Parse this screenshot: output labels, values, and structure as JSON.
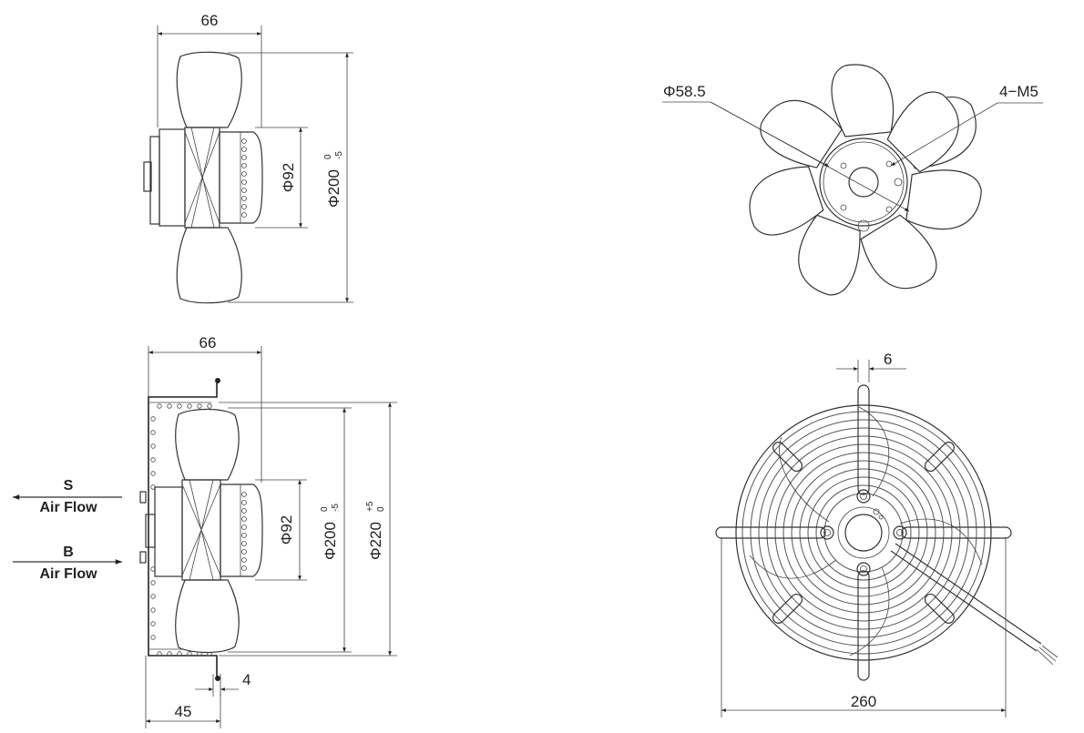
{
  "side_view_top": {
    "width_dim": "66",
    "hub_dim": "Φ92",
    "diameter_main": "Φ200",
    "diameter_tol_upper": "0",
    "diameter_tol_lower": "-5"
  },
  "side_view_bottom": {
    "width_dim": "66",
    "hub_dim": "Φ92",
    "diameter_main": "Φ200",
    "diameter_tol_upper": "0",
    "diameter_tol_lower": "-5",
    "outer_diameter_main": "Φ220",
    "outer_tol_upper": "+5",
    "outer_tol_lower": "0",
    "thickness_dim": "4",
    "offset_dim": "45"
  },
  "airflow": {
    "s_label": "S",
    "s_text": "Air Flow",
    "b_label": "B",
    "b_text": "Air Flow"
  },
  "front_view": {
    "hub_diameter": "Φ58.5",
    "screw_label": "4−M5"
  },
  "grille_view": {
    "slot_width": "6",
    "overall_width": "260"
  }
}
